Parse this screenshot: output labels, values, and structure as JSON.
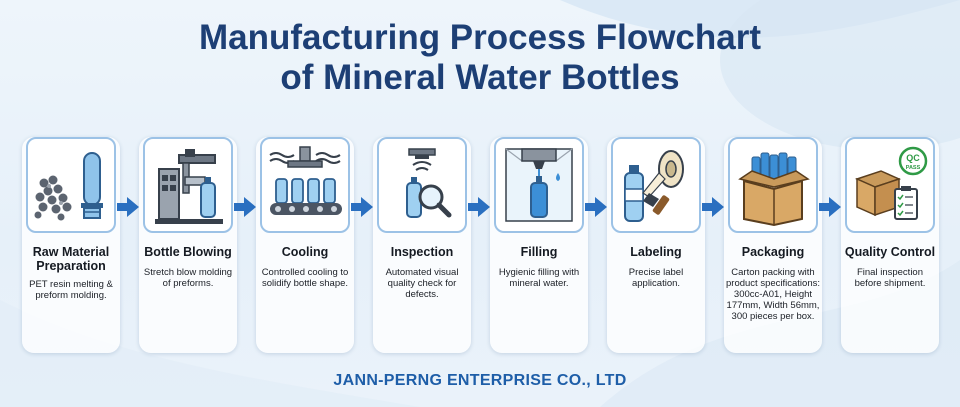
{
  "title": {
    "line1": "Manufacturing Process Flowchart",
    "line2": "of Mineral Water Bottles"
  },
  "steps": [
    {
      "icon": "pet-resin-pellets-icon",
      "title": "Raw Material Preparation",
      "desc": "PET resin melting & preform molding."
    },
    {
      "icon": "blow-molding-machine-icon",
      "title": "Bottle Blowing",
      "desc": "Stretch blow molding of preforms."
    },
    {
      "icon": "cooling-conveyor-icon",
      "title": "Cooling",
      "desc": "Controlled cooling to solidify bottle shape."
    },
    {
      "icon": "magnifier-inspection-icon",
      "title": "Inspection",
      "desc": "Automated visual quality check for defects."
    },
    {
      "icon": "filling-nozzle-icon",
      "title": "Filling",
      "desc": "Hygienic filling with mineral water."
    },
    {
      "icon": "label-roll-brush-icon",
      "title": "Labeling",
      "desc": "Precise label application."
    },
    {
      "icon": "carton-box-bottles-icon",
      "title": "Packaging",
      "desc": "Carton packing with product specifications: 300cc-A01, Height 177mm, Width 56mm, 300 pieces per box."
    },
    {
      "icon": "qc-pass-checklist-icon",
      "title": "Quality Control",
      "desc": "Final inspection before shipment."
    }
  ],
  "badge": {
    "qc_line1": "QC",
    "qc_line2": "PASS"
  },
  "footer": "JANN-PERNG ENTERPRISE CO., LTD",
  "colors": {
    "title": "#1d3f75",
    "arrow": "#2a6fc0",
    "border": "#9cc2e6",
    "footer": "#1e5ea8"
  }
}
